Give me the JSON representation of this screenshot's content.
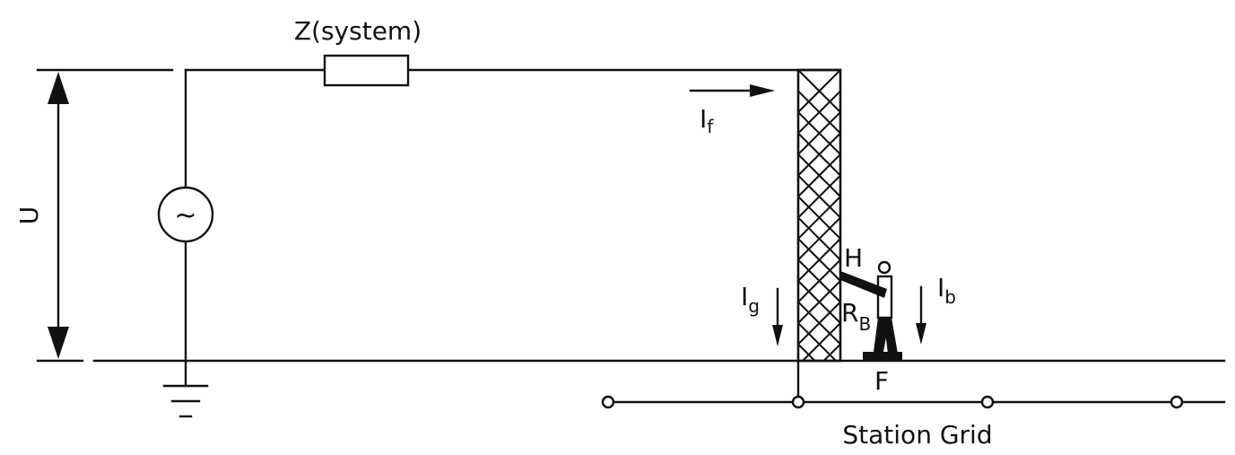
{
  "diagram": {
    "labels": {
      "impedance": "Z(system)",
      "voltage": "U",
      "source_symbol": "~",
      "fault_current": "I",
      "fault_current_sub": "f",
      "ground_current": "I",
      "ground_current_sub": "g",
      "body_current": "I",
      "body_current_sub": "b",
      "hand": "H",
      "body_resistance": "R",
      "body_resistance_sub": "B",
      "foot": "F",
      "station_grid": "Station Grid"
    },
    "icons": {
      "source": "ac-source-icon",
      "ground": "ground-icon",
      "tower": "lattice-tower-icon",
      "person": "person-icon"
    }
  }
}
